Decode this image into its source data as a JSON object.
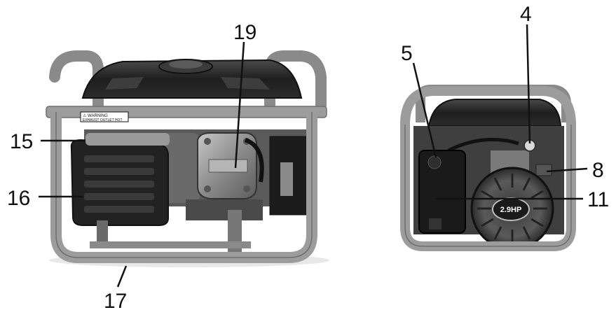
{
  "callouts": {
    "c4": "4",
    "c5": "5",
    "c8": "8",
    "c11": "11",
    "c15": "15",
    "c16": "16",
    "c17": "17",
    "c19": "19"
  },
  "labels": {
    "warning": "⚠ WARNING",
    "exhaust": "EXHAUST OUTLET  HOT",
    "hp": "2.9HP"
  },
  "colors": {
    "frame": "#9c9c9c",
    "frame_shadow": "#6e6e6e",
    "body_dark": "#2a2a2a",
    "engine_metal": "#8a8a8a"
  }
}
